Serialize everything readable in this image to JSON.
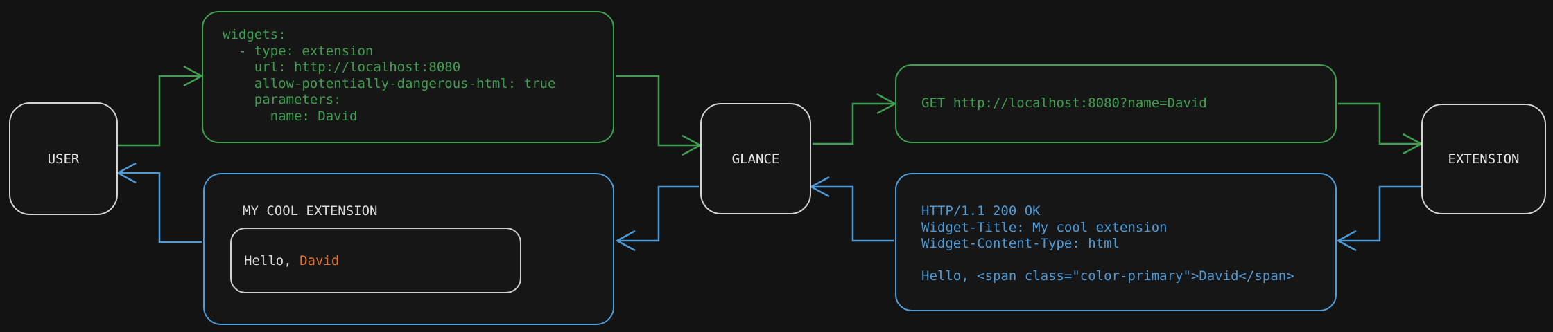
{
  "colors": {
    "background": "#131313",
    "panel": "#161616",
    "green": "#3f9e4f",
    "blue": "#4d9bd8",
    "orange": "#e2722d",
    "node_border": "#d4d4d4",
    "inner_border": "#cfcfcf",
    "text_light": "#dcdcdc",
    "node_text": "#e8e8e8"
  },
  "nodes": {
    "user": {
      "label": "USER"
    },
    "glance": {
      "label": "GLANCE"
    },
    "extension": {
      "label": "EXTENSION"
    }
  },
  "config_box": {
    "lines": [
      "widgets:",
      "  - type: extension",
      "    url: http://localhost:8080",
      "    allow-potentially-dangerous-html: true",
      "    parameters:",
      "      name: David"
    ]
  },
  "request_box": {
    "text": "GET http://localhost:8080?name=David"
  },
  "response_box": {
    "lines": [
      "HTTP/1.1 200 OK",
      "Widget-Title: My cool extension",
      "Widget-Content-Type: html",
      "",
      "Hello, <span class=\"color-primary\">David</span>"
    ]
  },
  "widget_box": {
    "title": "MY COOL EXTENSION",
    "greeting_prefix": "Hello, ",
    "greeting_name": "David"
  }
}
